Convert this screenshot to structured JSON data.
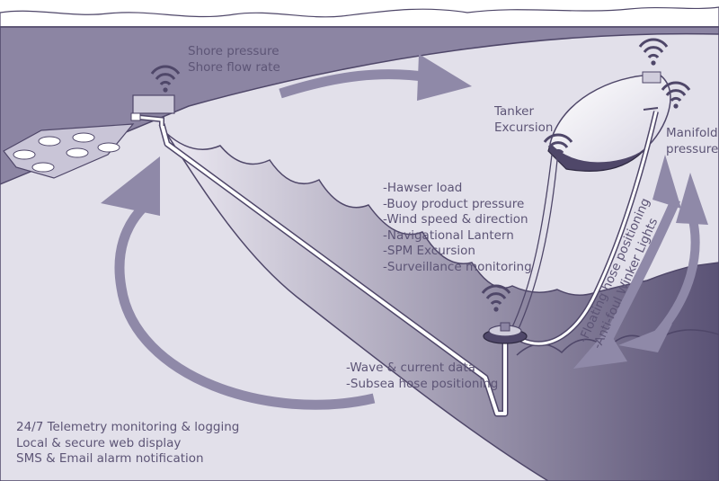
{
  "colors": {
    "ink": "#2d2840",
    "label": "#5d5576",
    "sky": "#ffffff",
    "sea_light": "#e2e0ea",
    "sea_mid": "#b7b2c9",
    "sea_dark": "#4f4769",
    "land": "#8c85a3",
    "arrow": "#8f89a8",
    "wave_gradient_start": "#ece9f2",
    "wave_gradient_end": "#5a5275"
  },
  "icons": {
    "shore": "wifi-signal-icon",
    "tanker": "wifi-signal-icon",
    "manifold": "wifi-signal-icon",
    "buoy": "wifi-signal-icon",
    "ship_left": "wifi-signal-icon"
  },
  "labels": {
    "shore": [
      "Shore pressure",
      "Shore flow rate"
    ],
    "tanker": [
      "Tanker",
      "Excursion"
    ],
    "manifold": [
      "Manifold",
      "pressure"
    ],
    "buoy": [
      "-Hawser load",
      "-Buoy product pressure",
      "-Wind speed & direction",
      "-Navigational Lantern",
      "-SPM Excursion",
      "-Surveillance monitoring"
    ],
    "subsea": [
      "-Wave & current data",
      "-Subsea hose positioning"
    ],
    "hose": [
      "-Floating hose positioning",
      "-Anti-foul Winker Lights"
    ],
    "telemetry": [
      "24/7 Telemetry monitoring & logging",
      "Local & secure web display",
      "SMS & Email alarm notification"
    ]
  }
}
